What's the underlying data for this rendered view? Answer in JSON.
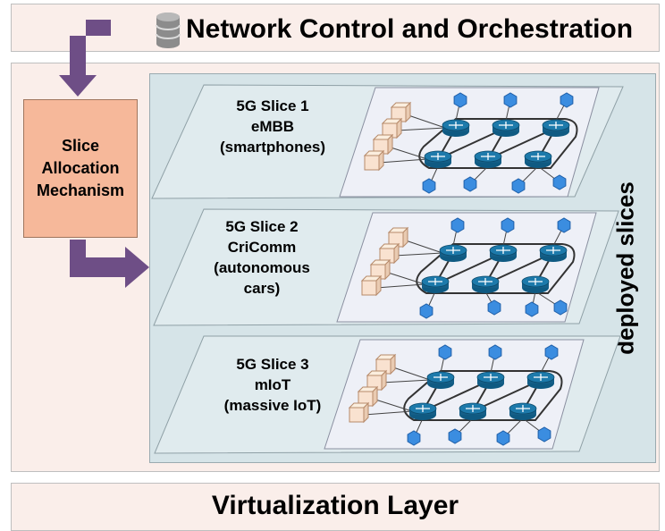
{
  "header": {
    "title": "Network Control and Orchestration",
    "icon": "database-icon"
  },
  "footer": {
    "title": "Virtualization Layer"
  },
  "mechanism": {
    "lines": [
      "Slice",
      "Allocation",
      "Mechanism"
    ]
  },
  "side_label": "deployed slices",
  "slices": [
    {
      "lines": [
        "5G Slice 1",
        "eMBB",
        "(smartphones)"
      ]
    },
    {
      "lines": [
        "5G Slice 2",
        "CriComm",
        "(autonomous",
        "cars)"
      ]
    },
    {
      "lines": [
        "5G Slice 3",
        "mIoT",
        "(massive IoT)"
      ]
    }
  ],
  "colors": {
    "band": "#faeeea",
    "panel": "#d6e4e8",
    "slice_plane": "#e0ebee",
    "network_box": "#eef0f7",
    "mechanism": "#f6b89a",
    "arrow": "#6e4e86",
    "router": "#1d7aab",
    "endpoint": "#3b8de0",
    "server": "#f9e2d0"
  }
}
